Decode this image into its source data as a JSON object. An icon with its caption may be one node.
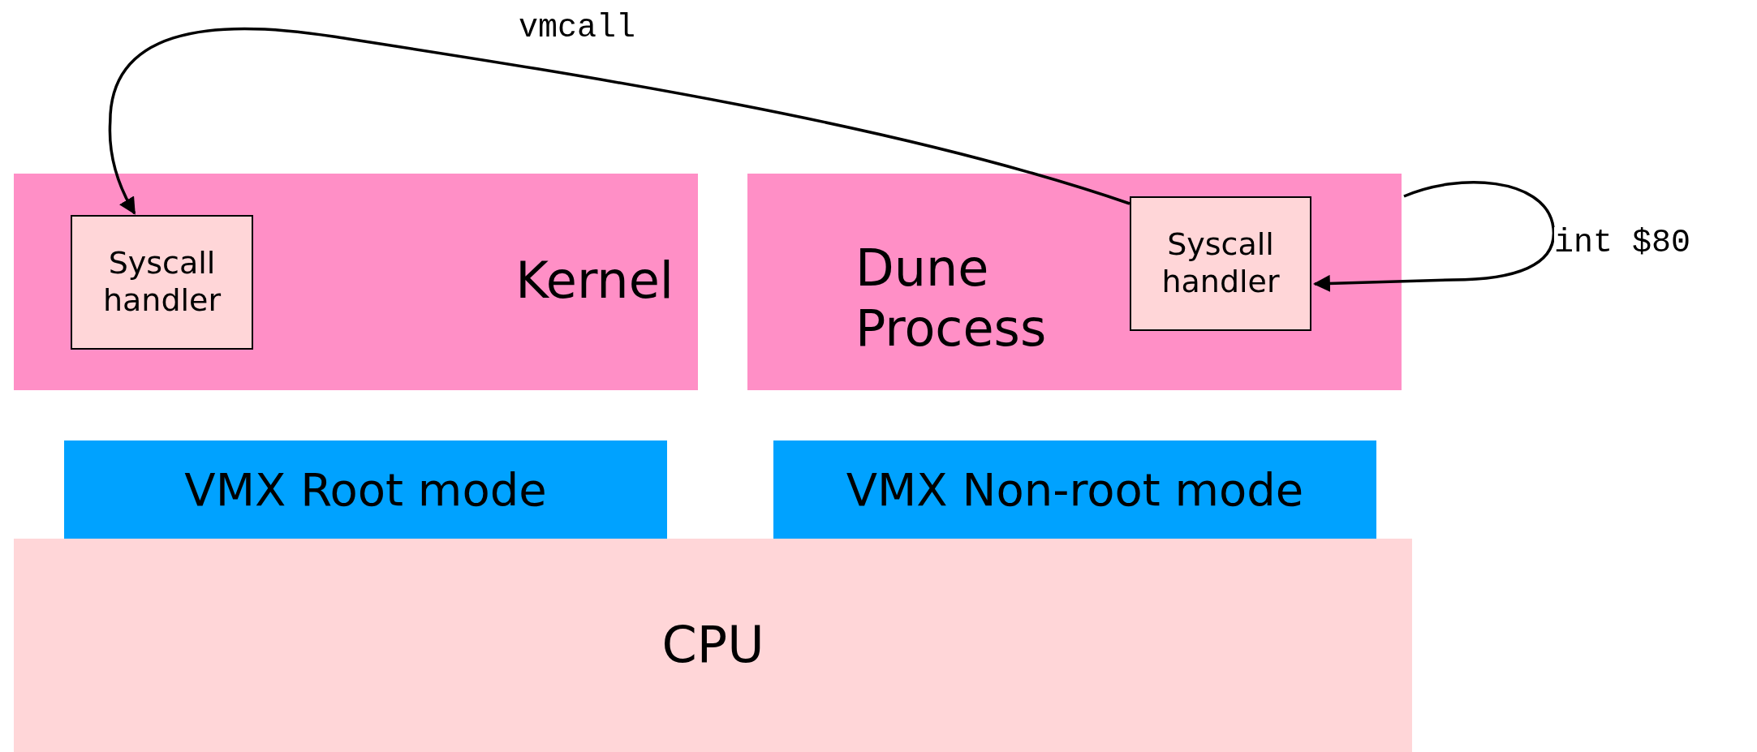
{
  "diagram": {
    "nodes": [
      {
        "text": [
          "Kernel"
        ]
      },
      {
        "text": [
          "Syscall handler"
        ],
        "in": 0
      },
      {
        "text": [
          "Dune Process"
        ]
      },
      {
        "text": [
          "Syscall handler"
        ],
        "in": 2
      },
      {
        "text": [
          "VMX Root mode"
        ]
      },
      {
        "text": [
          "VMX Non-root mode"
        ]
      },
      {
        "text": [
          "CPU"
        ]
      }
    ],
    "edges": [
      {
        "from": 3,
        "to": 1,
        "arrow": "to",
        "label": "vmcall"
      },
      {
        "from": 2,
        "to": 3,
        "arrow": "to",
        "label": "int $80"
      }
    ]
  }
}
